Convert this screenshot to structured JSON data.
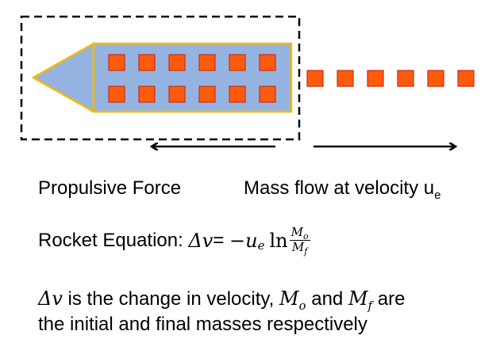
{
  "labels": {
    "propulsive_force": "Propulsive Force",
    "mass_flow": "Mass flow at velocity u",
    "mass_flow_subscript": "e"
  },
  "equation": {
    "prefix": "Rocket Equation: ",
    "delta_v": "Δv",
    "equals": "= ",
    "minus": "−",
    "u": "u",
    "u_sub": "e",
    "ln": "ln",
    "num_symbol": "M",
    "num_sub": "o",
    "den_symbol": "M",
    "den_sub": "f"
  },
  "description": {
    "delta_v": "Δv",
    "line1_text": " is the change in velocity, ",
    "m1_symbol": "M",
    "m1_sub": "o",
    "and_text": " and ",
    "m2_symbol": "M",
    "m2_sub": "f",
    "are_text": " are",
    "line2": "the initial and final masses respectively"
  },
  "colors": {
    "rocket_fill": "#95b3e0",
    "rocket_outline": "#f5b800",
    "mass_fill": "#ff5b0d",
    "mass_outline": "#c6301a",
    "boundary": "#000000",
    "arrow": "#000000"
  },
  "counts": {
    "onboard_masses_per_row": 6,
    "onboard_rows": 2,
    "exhaust_masses": 6
  }
}
